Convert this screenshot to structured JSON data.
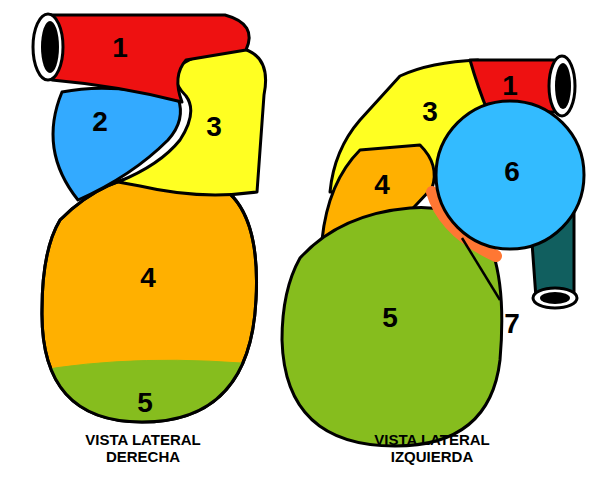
{
  "diagram": {
    "labels": [
      "1",
      "2",
      "3",
      "4",
      "5",
      "1",
      "3",
      "4",
      "6",
      "5",
      "7",
      "VISTA LATERAL DERECHA",
      "VISTA LATERAL IZQUIERDA"
    ]
  }
}
